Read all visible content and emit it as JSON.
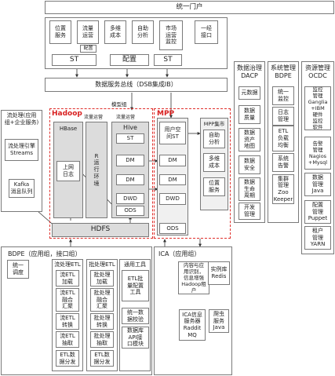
{
  "portal": {
    "title": "统一门户"
  },
  "apps": [
    "位置\n服务",
    "流量\n运营",
    "多维\n成本",
    "自助\n分析",
    "市场\n运营\n监控",
    "一经\n接口"
  ],
  "app_config": "配置",
  "app_st": "ST",
  "config_mid": "配置",
  "st_right": "ST",
  "bus": {
    "title": "数据服务总线（DSB集成IB）"
  },
  "model_group": "模型组",
  "hadoop": {
    "title": "Hadoop",
    "hbase": "HBase",
    "hbase_log": "上网\n日志",
    "traffic_ops": "流量运营",
    "r_env": "R\n运\n行\n环\n境",
    "traffic_ops2": "流量运营",
    "hive": "Hive",
    "hive_layers": [
      "ST",
      "DM",
      "DM",
      "DWD",
      "ODS"
    ],
    "hdfs": "HDFS"
  },
  "mpp": {
    "title": "MPP",
    "user_st": "用户空\n间ST",
    "layers": [
      "DM",
      "DM",
      "DWD",
      "ODS"
    ]
  },
  "mpp_cluster": {
    "title": "MPP集市",
    "items": [
      "自助\n分析",
      "多维\n成本",
      "位置\n服务"
    ]
  },
  "stream": {
    "title": "流处理(应用\n组+企业服务)",
    "engine": "流处理引擎\nStreams",
    "kafka": "Kafka\n消息队列"
  },
  "dacp": {
    "title": "数据治理\nDACP",
    "items": [
      "元数据",
      "数据\n质量",
      "数据\n资产\n地图",
      "数据\n安全",
      "数据\n生命\n周期",
      "开发\n管理"
    ]
  },
  "bdpe_sys": {
    "title": "系统管理\nBDPE",
    "items": [
      "统一\n监控",
      "日志\n管理",
      "ETL\n负载\n均衡",
      "系统\n告警",
      "集群\n管理\nZoo\nKeeper"
    ]
  },
  "ocdc": {
    "title": "资源管理\nOCDC",
    "items": [
      "监控\n管理\nGanglia\n+IBM\n硬件\n监控\n软件",
      "告警\n管理\nNagios\n+Mysql",
      "数据\n管理\nJava",
      "配置\n管理\nPuppet",
      "租户\n管理\nYARN"
    ]
  },
  "bdpe": {
    "title": "BDPE（应用组，接口组）",
    "dispatch": "统一\n调度",
    "stream_etl": {
      "title": "流处理ETL",
      "items": [
        "流ETL\n加载",
        "流ETL\n融合\n汇聚",
        "流ETL\n转换",
        "流ETL\n抽取",
        "ETL数\n据分发"
      ]
    },
    "batch_etl": {
      "title": "批处理ETL",
      "items": [
        "批处理\n加载",
        "批处理\n融合\n汇聚",
        "批处理\n转换",
        "批处理\n抽取",
        "ETL数\n据分发"
      ]
    },
    "tools": {
      "title": "通用工具",
      "items": [
        "ETL批\n量配置\n工具",
        "统一数\n据校验",
        "数据库\nAPI接\n口模块"
      ]
    }
  },
  "ica": {
    "title": "ICA（应用组）",
    "main": "内容与应\n用识别，\n信息增强\nHadoop租户",
    "redis": "实例库\nRedis",
    "server": "ICA信息\n服务器\nRaddit\nMQ",
    "crawler": "爬虫\n服务\nJava"
  }
}
